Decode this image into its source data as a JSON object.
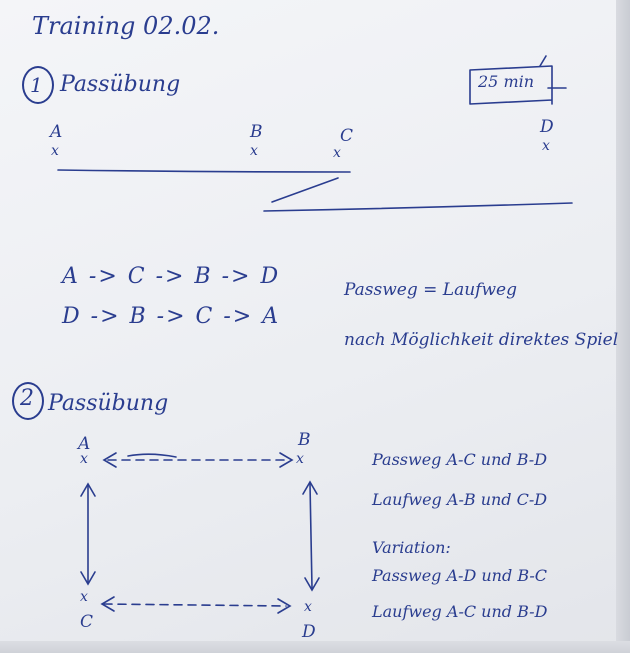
{
  "title": "Training 02.02.",
  "section1": {
    "number": "1",
    "heading": "Passübung",
    "time": "25 min",
    "players": {
      "a": "A",
      "b": "B",
      "c": "C",
      "d": "D",
      "marker": "x"
    },
    "sequence_1": "A -> C -> B -> D",
    "sequence_2": "D -> B -> C -> A",
    "note_line_1": "Passweg = Laufweg",
    "note_line_2": "nach Möglichkeit direktes Spiel"
  },
  "section2": {
    "number": "2",
    "heading": "Passübung",
    "players": {
      "a": "A",
      "b": "B",
      "c": "C",
      "d": "D",
      "marker": "x"
    },
    "notes": [
      "Passweg A-C und B-D",
      "Laufweg A-B und C-D",
      "Variation:",
      "Passweg A-D und B-C",
      "Laufweg A-C und B-D"
    ]
  },
  "colors": {
    "ink": "#2a3d8f",
    "paper": "#f1f2f5"
  }
}
